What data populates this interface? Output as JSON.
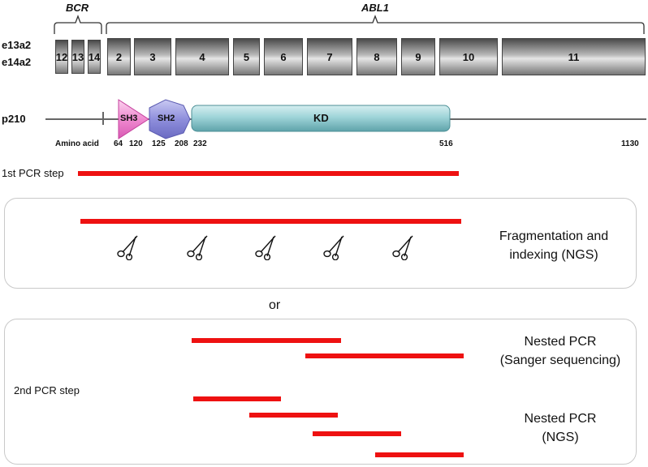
{
  "genes": {
    "bcr": "BCR",
    "abl1": "ABL1"
  },
  "transcripts": [
    "e13a2",
    "e14a2"
  ],
  "bcr_exons": [
    "12",
    "13",
    "14"
  ],
  "abl1_exons": [
    "2",
    "3",
    "4",
    "5",
    "6",
    "7",
    "8",
    "9",
    "10",
    "11"
  ],
  "protein": {
    "label": "p210",
    "domains": {
      "sh3": "SH3",
      "sh2": "SH2",
      "kd": "KD"
    },
    "amino_acid_label": "Amino acid",
    "positions": [
      "64",
      "120",
      "125",
      "208",
      "232",
      "516",
      "1130"
    ]
  },
  "steps": {
    "first_pcr": "1st PCR step",
    "fragmentation": [
      "Fragmentation and",
      "indexing (NGS)"
    ],
    "or": "or",
    "second_pcr": "2nd PCR step",
    "nested_sanger": [
      "Nested PCR",
      "(Sanger sequencing)"
    ],
    "nested_ngs": [
      "Nested PCR",
      "(NGS)"
    ]
  },
  "colors": {
    "pcr_bar": "#ee1111",
    "sh3": "#f08ad0",
    "sh2": "#8f8fdc",
    "kd": "#7ec3c9"
  },
  "icons": {
    "scissors": "scissors-icon"
  }
}
